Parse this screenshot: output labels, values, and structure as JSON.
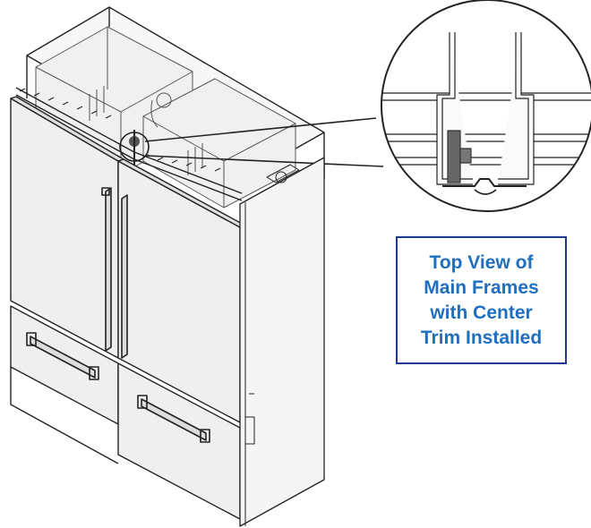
{
  "callout": {
    "lines": [
      "Top View of",
      "Main Frames",
      "with Center",
      "Trim Installed"
    ]
  },
  "colors": {
    "callout_text": "#1e6fc0",
    "callout_border": "#1f3a8a",
    "line": "#222222",
    "panel": "#f3f3f3",
    "door": "#ececec",
    "trim_dark": "#555555"
  }
}
